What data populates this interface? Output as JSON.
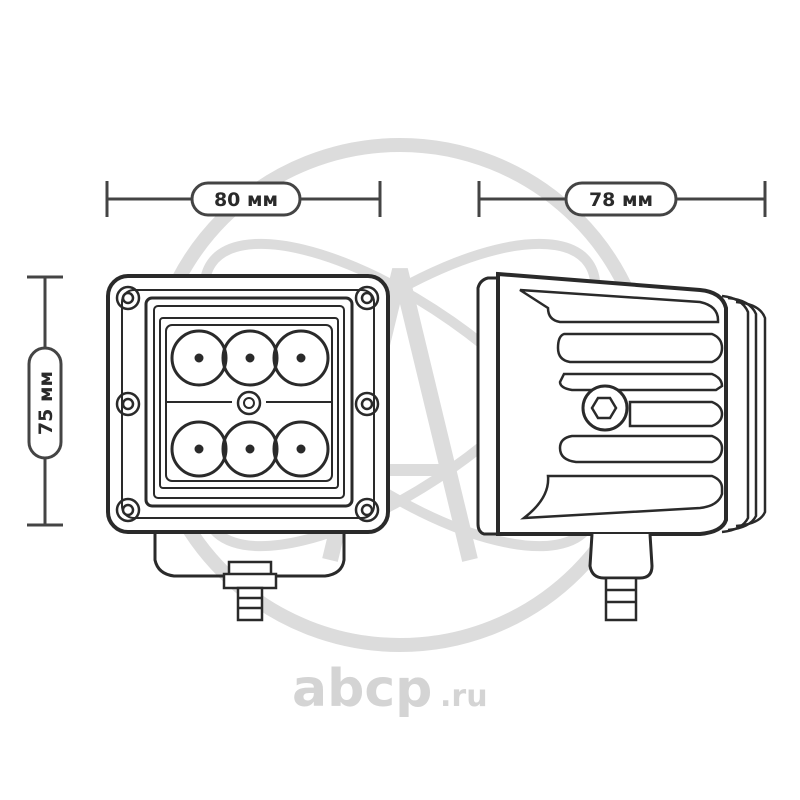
{
  "dimensions": {
    "front_width": "80 мм",
    "side_depth": "78 мм",
    "height": "75 мм"
  },
  "watermark": {
    "brand": "abcp",
    "domain": ".ru"
  },
  "colors": {
    "stroke": "#2a2a2a",
    "dimension_line": "#555555",
    "watermark": "#d6d6d6"
  }
}
